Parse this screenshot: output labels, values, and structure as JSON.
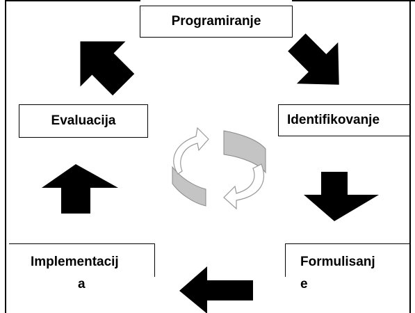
{
  "cycle": {
    "programiranje": "Programiranje",
    "identifikovanje": "Identifikovanje",
    "formulisanje_line1": "Formulisanj",
    "formulisanje_line2": "e",
    "implementacija_line1": "Implementacij",
    "implementacija_line2": "a",
    "evaluacija": "Evaluacija"
  },
  "center_icon": "cycle-arrows-icon",
  "arrow_color": "#000000",
  "band_color": "#c4c4c4"
}
